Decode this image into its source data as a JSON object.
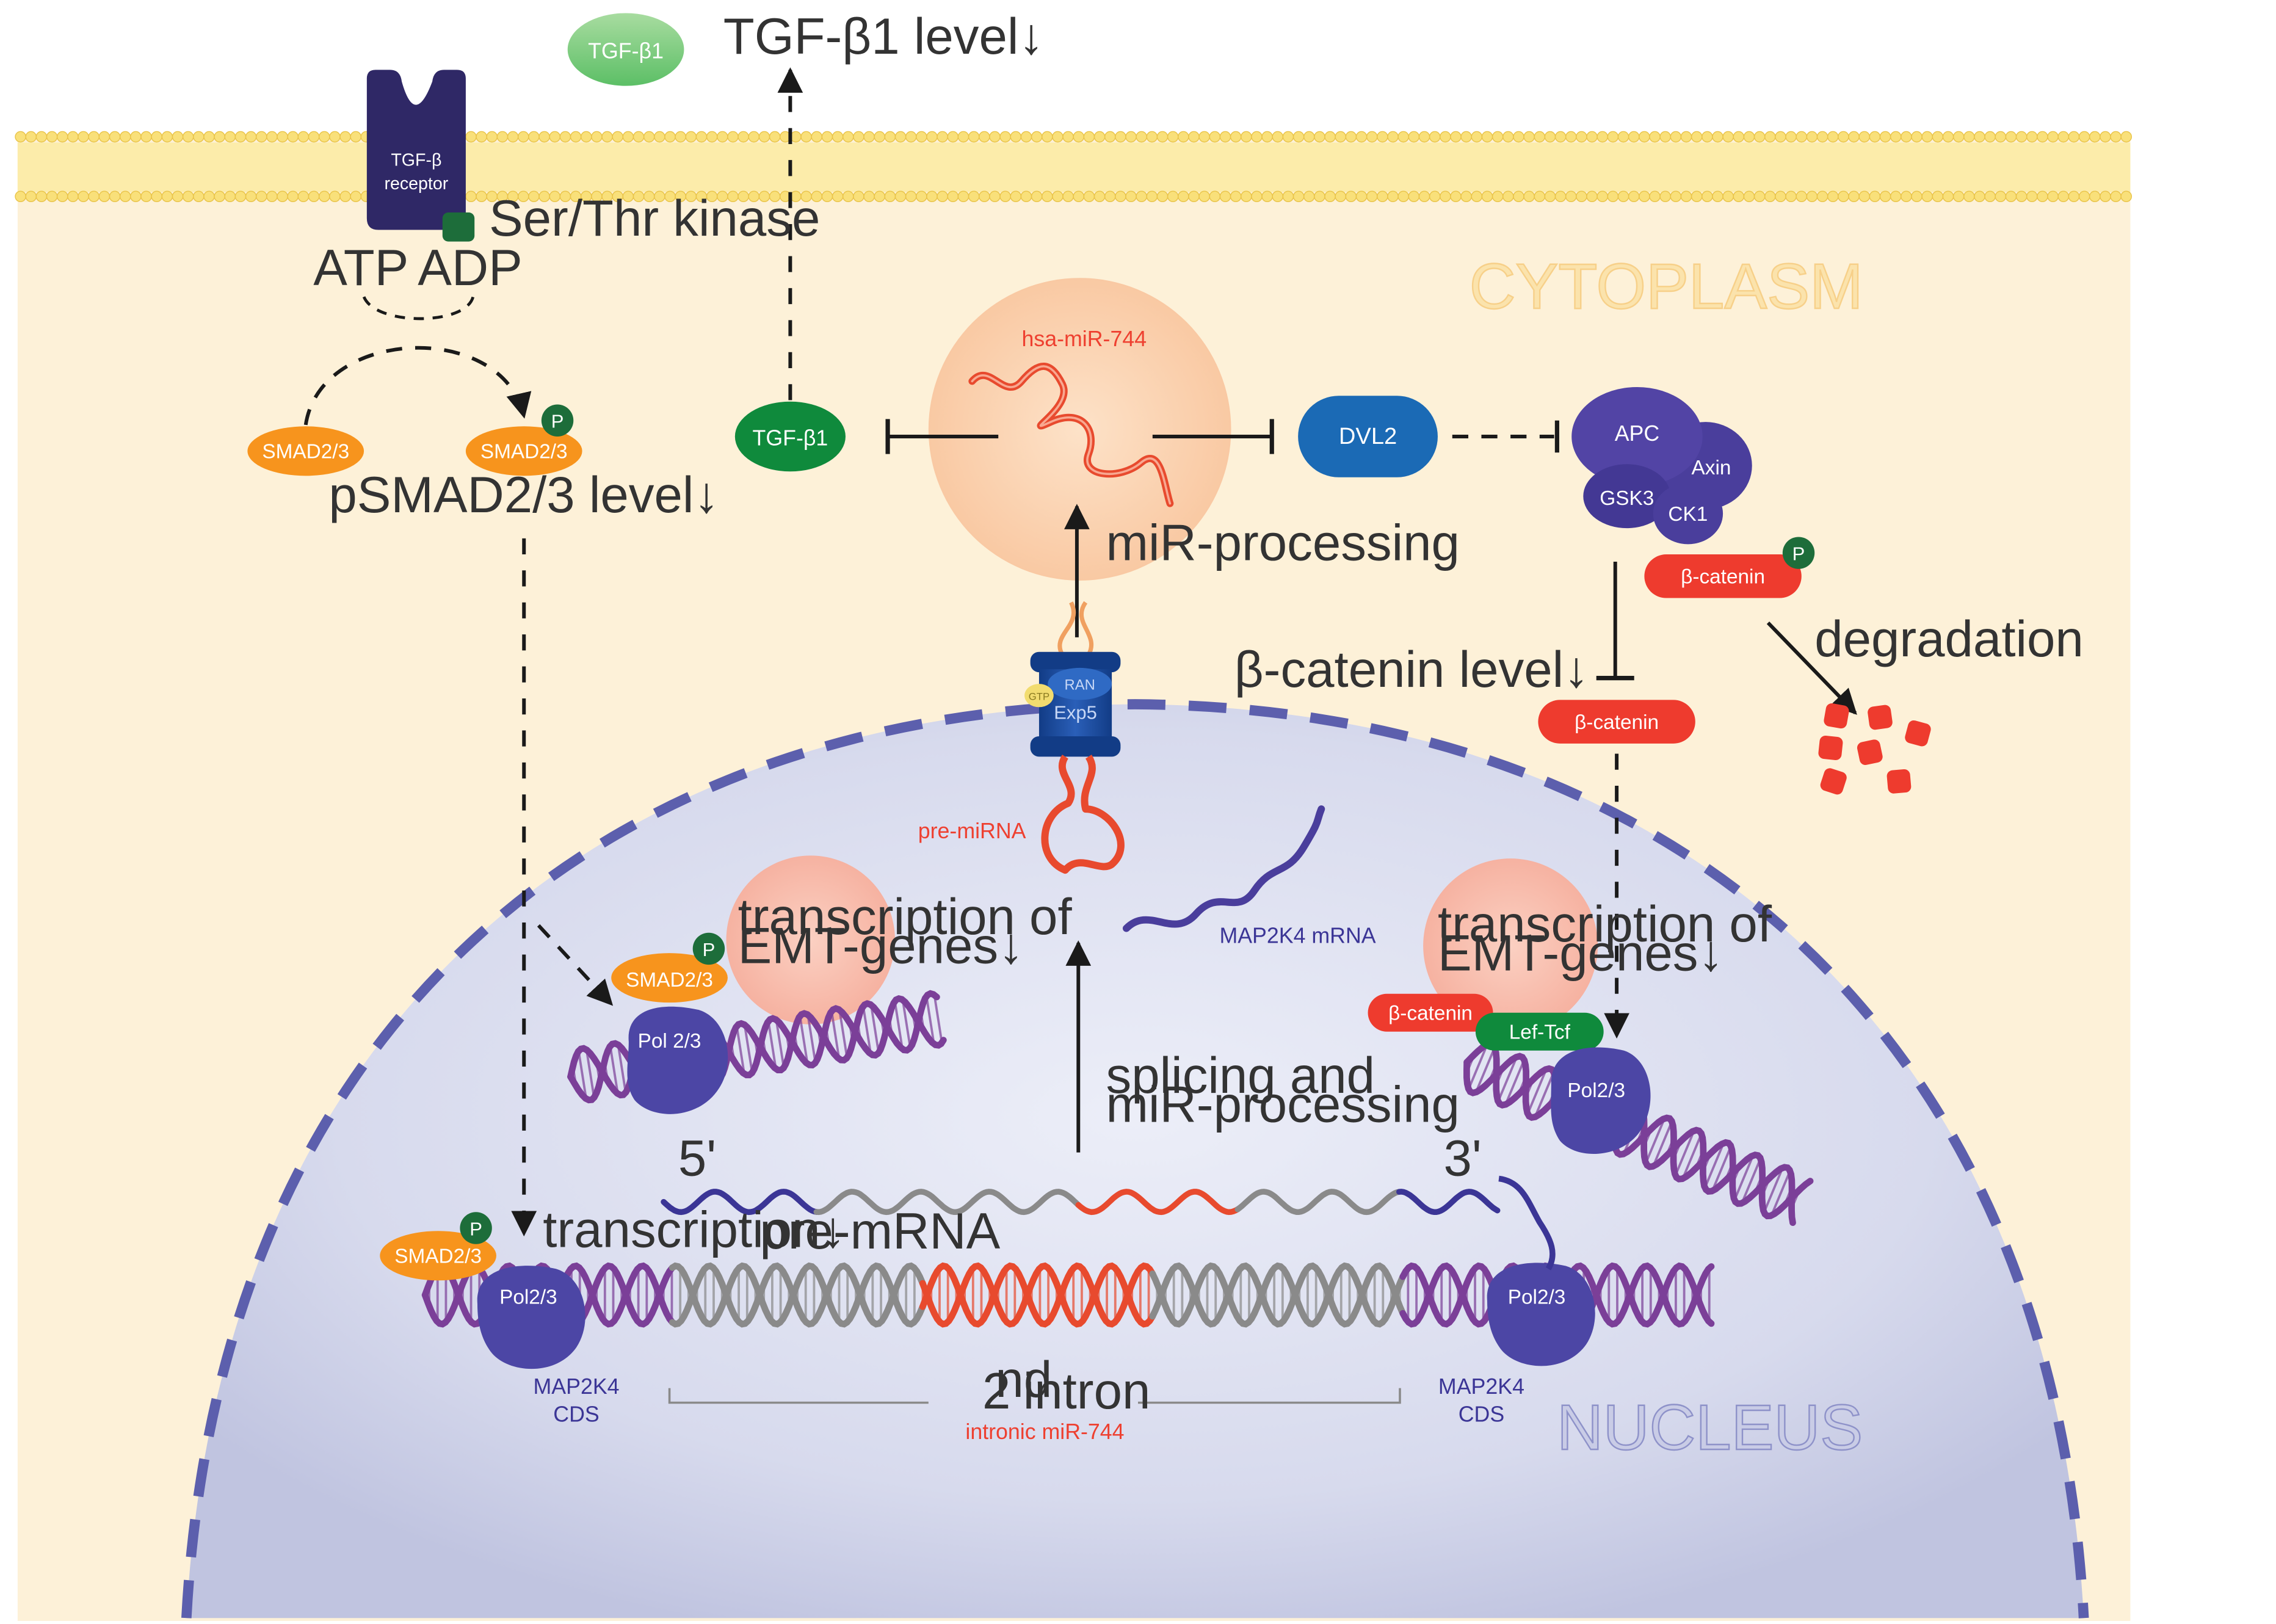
{
  "compartments": {
    "cytoplasm": "CYTOPLASM",
    "nucleus": "NUCLEUS"
  },
  "membrane": {
    "tgf_extracellular": "TGF-β1",
    "tgf_level": "TGF-β1 level↓",
    "receptor_line1": "TGF-β",
    "receptor_line2": "receptor",
    "kinase": "Ser/Thr kinase",
    "atp": "ATP",
    "adp": "ADP"
  },
  "smad": {
    "smad_left": "SMAD2/3",
    "smad_right": "SMAD2/3",
    "p": "P",
    "level": "pSMAD2/3 level↓"
  },
  "mirna": {
    "tgf_inhib": "TGF-β1",
    "mir": "hsa-miR-744",
    "dvl2": "DVL2",
    "processing": "miR-processing",
    "ran": "RAN",
    "exp5": "Exp5",
    "gtp": "GTP",
    "pre_mirna": "pre-miRNA",
    "map2k4_mrna": "MAP2K4 mRNA"
  },
  "wnt": {
    "apc": "APC",
    "axin": "Axin",
    "gsk3": "GSK3",
    "ck1": "CK1",
    "bcat_p": "β-catenin",
    "p": "P",
    "degradation": "degradation",
    "bcat_level": "β-catenin level↓",
    "bcat": "β-catenin"
  },
  "nucleus": {
    "emt_left_1": "transcription of",
    "emt_left_2": "EMT-genes↓",
    "smad_n": "SMAD2/3",
    "p": "P",
    "pol_left": "Pol 2/3",
    "emt_right_1": "transcription of",
    "emt_right_2": "EMT-genes↓",
    "bcat_n": "β-catenin",
    "leftcf": "Lef-Tcf",
    "pol_right": "Pol2/3",
    "splicing_1": "splicing and",
    "splicing_2": "miR-processing",
    "five": "5'",
    "three": "3'",
    "pre_mrna": "pre-mRNA",
    "transcription": "transcription↓",
    "smad_b": "SMAD2/3",
    "pol_b1": "Pol2/3",
    "pol_b2": "Pol2/3",
    "cds_1a": "MAP2K4",
    "cds_1b": "CDS",
    "cds_2a": "MAP2K4",
    "cds_2b": "CDS",
    "intron_ord": "2",
    "intron_sup": "nd",
    "intron_word": "intron",
    "intronic": "intronic  miR-744"
  },
  "colors": {
    "cytoplasm": "#fdf1d8",
    "nucleus": "#d6d9ec",
    "membrane": "#f9e07a",
    "smad": "#f7941d",
    "tgf": "#0f8a3c",
    "dvl2": "#1b6ab5",
    "complex": "#4a3e9c",
    "bcatenin": "#ee3b2e",
    "mirna": "#e84a2e",
    "dna_purple": "#7b3f98",
    "dna_grey": "#8a8a8a",
    "receptor": "#2f2866"
  }
}
